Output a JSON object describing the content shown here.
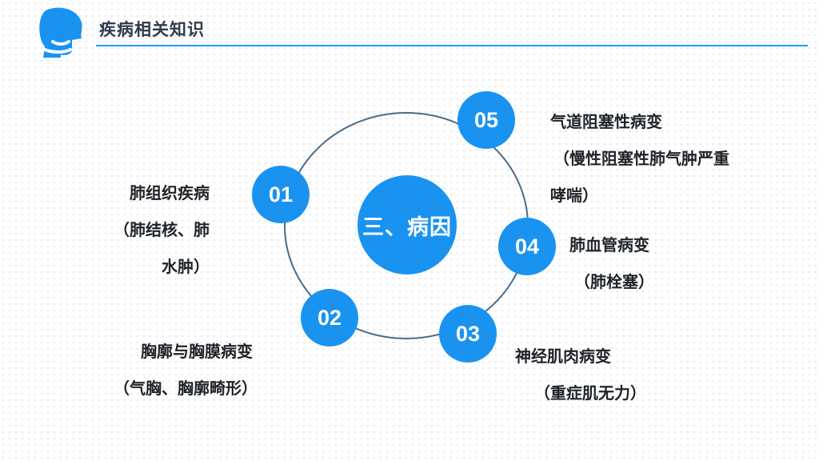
{
  "header": {
    "title": "疾病相关知识"
  },
  "center": {
    "label": "三、病因"
  },
  "nodes": [
    {
      "number": "01",
      "lines": [
        "肺组织疾病",
        "（肺结核、肺",
        "水肿）"
      ]
    },
    {
      "number": "02",
      "lines": [
        "胸廓与胸膜病变",
        "（气胸、胸廓畸形）"
      ]
    },
    {
      "number": "03",
      "lines": [
        "神经肌肉病变",
        "（重症肌无力）"
      ]
    },
    {
      "number": "04",
      "lines": [
        "肺血管病变",
        "（肺栓塞）"
      ]
    },
    {
      "number": "05",
      "lines": [
        "气道阻塞性病变",
        "（慢性阻塞性肺气肿严重",
        "哮喘）"
      ]
    }
  ],
  "colors": {
    "accent": "#1a93f0",
    "ring": "#4a6a8c",
    "text": "#1f2328"
  },
  "icons": {
    "logo": "head-profile-icon"
  }
}
